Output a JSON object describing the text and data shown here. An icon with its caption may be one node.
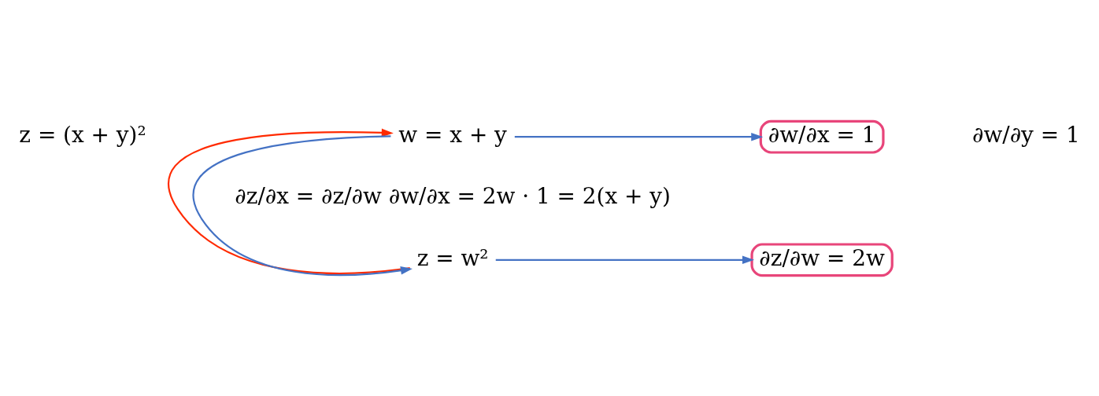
{
  "diagram": {
    "nodes": [
      {
        "text": [
          "z = w²"
        ]
      },
      {
        "text": [
          "w = x + y"
        ]
      },
      {
        "text": [
          "∂z/∂w = 2w"
        ]
      },
      {
        "text": [
          "∂w/∂x = 1"
        ]
      }
    ],
    "edges": [
      {
        "from": 1,
        "to": 0,
        "arrow": "to"
      },
      {
        "from": 0,
        "to": 1,
        "arrow": "to",
        "color": "#ff2a00"
      },
      {
        "from": 0,
        "to": 2,
        "arrow": "to"
      },
      {
        "from": 1,
        "to": 3,
        "arrow": "to"
      }
    ],
    "labels": [
      "z = (x + y)²",
      "∂w/∂y = 1",
      "∂z/∂x = ∂z/∂w ∂w/∂x = 2w · 1 = 2(x + y)"
    ]
  }
}
